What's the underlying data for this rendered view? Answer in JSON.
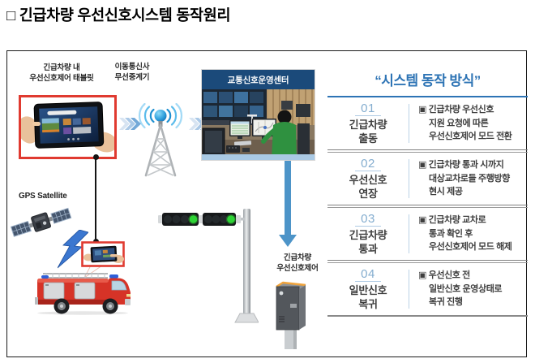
{
  "title": "□ 긴급차량 우선신호시스템 동작원리",
  "diagram": {
    "tablet_label": "긴급차량 내\n우선신호제어 태블릿",
    "tower_label": "이동통신사\n무선중계기",
    "center_label": "교통신호운영센터",
    "gps_label": "GPS Satellite",
    "controller_label": "긴급차량\n우선신호제어"
  },
  "panel": {
    "title": "“시스템 동작 방식”",
    "items": [
      {
        "num": "01",
        "name": "긴급차량\n출동",
        "desc": "▣ 긴급차량 우선신호\n지원 요청에 따른\n우선신호제어 모드 전환"
      },
      {
        "num": "02",
        "name": "우선신호\n연장",
        "desc": "▣ 긴급차량 통과 시까지\n대상교차로들 주행방향\n현시 제공"
      },
      {
        "num": "03",
        "name": "긴급차량\n통과",
        "desc": "▣ 긴급차량 교차로\n통과 확인 후\n우선신호제어 모드 해제"
      },
      {
        "num": "04",
        "name": "일반신호\n복귀",
        "desc": "▣ 우선신호 전\n일반신호 운영상태로\n복귀 진행"
      }
    ]
  },
  "icons": {
    "satellite": "satellite-icon",
    "radio_tower": "radio-tower-icon",
    "fire_truck": "fire-truck-icon",
    "traffic_light": "traffic-light-icon",
    "signal_controller": "signal-controller-icon",
    "lightning": "lightning-bolt-icon"
  },
  "colors": {
    "panel_accent": "#2E74B5",
    "number_blue": "#84ADCF",
    "header_navy": "#1B4A7A",
    "frame_red": "#E03A30",
    "arrow_blue": "#4D94C8",
    "signal_green": "#2ED435"
  }
}
